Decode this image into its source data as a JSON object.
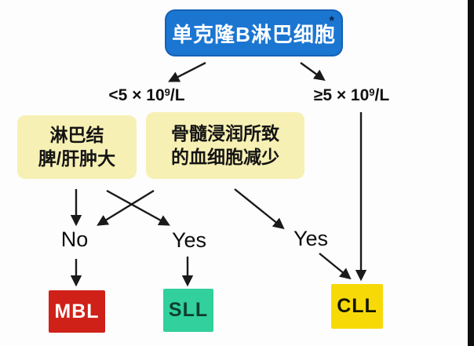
{
  "diagram": {
    "root": {
      "label": "单克隆B淋巴细胞",
      "marker": "*"
    },
    "branch_left": {
      "prefix": "<5 × 10",
      "sup": "9",
      "suffix": "/L"
    },
    "branch_right": {
      "prefix": "≥5 × 10",
      "sup": "9",
      "suffix": "/L"
    },
    "condition_lymph": {
      "line1": "淋巴结",
      "line2": "脾/肝肿大"
    },
    "condition_marrow": {
      "line1": "骨髓浸润所致",
      "line2": "的血细胞减少"
    },
    "decisions": {
      "no": "No",
      "yes_left": "Yes",
      "yes_right": "Yes"
    },
    "outcomes": {
      "mbl": "MBL",
      "sll": "SLL",
      "cll": "CLL"
    }
  },
  "colors": {
    "root_bg": "#1b76d1",
    "condition_bg": "#f7f0b4",
    "mbl_bg": "#cf2118",
    "sll_bg": "#31d09c",
    "cll_bg": "#f7d908",
    "arrow": "#1a1a1a"
  }
}
